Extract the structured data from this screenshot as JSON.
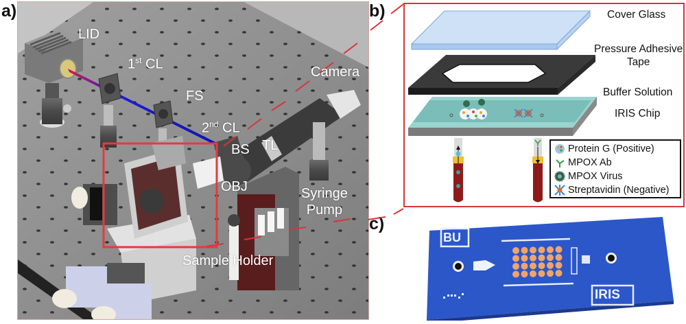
{
  "figure": {
    "panels": [
      {
        "id": "a",
        "label": "a)"
      },
      {
        "id": "b",
        "label": "b)"
      },
      {
        "id": "c",
        "label": "c)"
      }
    ],
    "panel_a": {
      "labels": {
        "lid": "LID",
        "first_cl_num": "1",
        "first_cl_sup": "st",
        "first_cl_text": " CL",
        "fs": "FS",
        "second_cl_num": "2",
        "second_cl_sup": "nd",
        "second_cl_text": " CL",
        "bs": "BS",
        "tl": "TL",
        "camera": "Camera",
        "obj": "OBJ",
        "syringe_pump_line1": "Syringe",
        "syringe_pump_line2": "Pump",
        "sample_holder": "Sample Holder"
      },
      "colors": {
        "table": "#8a8a8a",
        "table_light": "#b9b9b9",
        "beam_blue": "#1a1adb",
        "beam_red": "#d9194a",
        "highlight_box": "#e8383d"
      }
    },
    "panel_b": {
      "layers": {
        "cover_glass": "Cover Glass",
        "adhesive_line1": "Pressure Adhesive",
        "adhesive_line2": "Tape",
        "buffer": "Buffer Solution",
        "chip": "IRIS Chip"
      },
      "legend": [
        {
          "icon": "protein-g-icon",
          "text": "Protein G (Positive)"
        },
        {
          "icon": "mpox-ab-icon",
          "text": "MPOX Ab"
        },
        {
          "icon": "mpox-virus-icon",
          "text": "MPOX Virus"
        },
        {
          "icon": "streptavidin-icon",
          "text": "Streptavidin (Negative)"
        }
      ],
      "colors": {
        "frame": "#d8343a",
        "cover_glass": "#bcd6f2",
        "tape": "#2c2c2c",
        "buffer": "#7fc4bf",
        "chip": "#8c8c8c",
        "tube_blood": "#8e1b1b",
        "tube_cap": "#e8b820"
      }
    },
    "panel_c": {
      "chip_text_bu": "BU",
      "chip_text_iris": "IRIS",
      "spot_grid": {
        "rows": 4,
        "cols": 6
      },
      "colors": {
        "chip_blue": "#2b57c9",
        "spot": "#f0a46a"
      }
    }
  }
}
